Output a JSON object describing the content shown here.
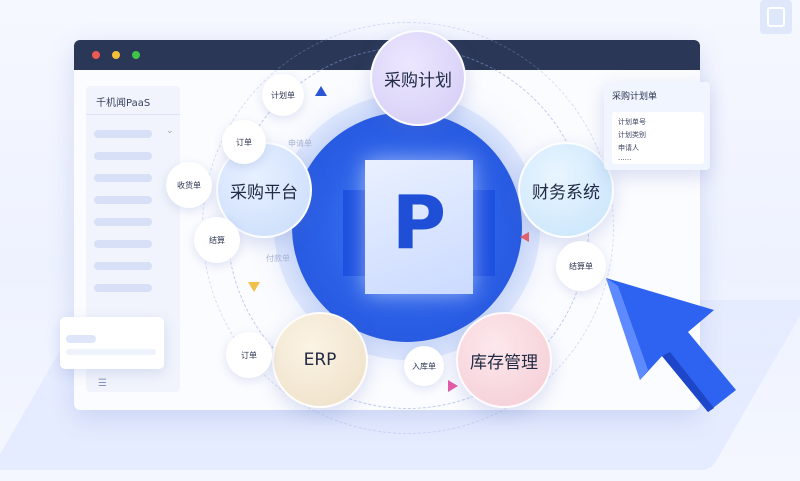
{
  "sidebar": {
    "title": "千机闻PaaS",
    "menu_icon": "☰"
  },
  "center": {
    "letter": "P"
  },
  "modules": {
    "procurement_plan": "采购计划",
    "procurement_platform": "采购平台",
    "finance": "财务系统",
    "erp": "ERP",
    "inventory": "库存管理"
  },
  "documents": {
    "plan_order": "计划单",
    "order_1": "订单",
    "receipt": "收货单",
    "settlement_1": "结算",
    "order_2": "订单",
    "inbound": "入库单",
    "settlement_2": "结算单",
    "request_ghost": "申请单",
    "payment_ghost": "付款单"
  },
  "plan_panel": {
    "title": "采购计划单",
    "rows": [
      "计划单号",
      "计划类别",
      "申请人",
      "......"
    ]
  },
  "colors": {
    "titlebar": "#2a3756",
    "center_blue": "#2b5fe6",
    "arrow_blue": "#2d63f0",
    "plan_bubble": "#d9d2f7",
    "platform_bubble": "#cfe0fb",
    "finance_bubble": "#cde7fb",
    "erp_bubble": "#f1e6d2",
    "inventory_bubble": "#f7d7dd"
  }
}
